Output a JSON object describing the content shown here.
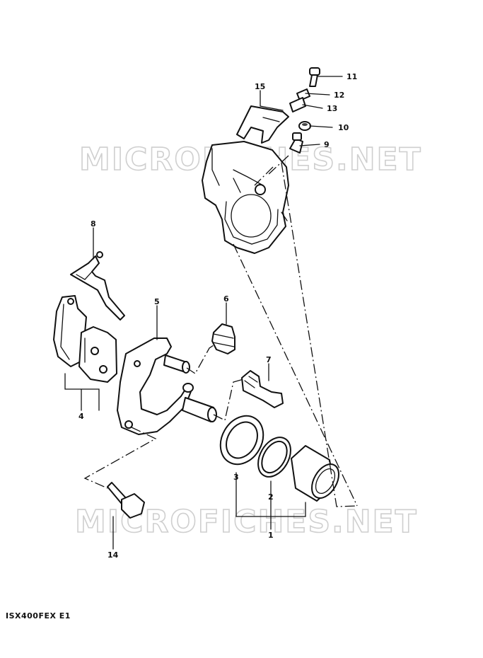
{
  "watermark": "MICROFICHES.NET",
  "diagram_code": "ISX400FEX  E1",
  "callouts": [
    {
      "id": "c1",
      "text": "1"
    },
    {
      "id": "c2",
      "text": "2"
    },
    {
      "id": "c3",
      "text": "3"
    },
    {
      "id": "c4",
      "text": "4"
    },
    {
      "id": "c5",
      "text": "5"
    },
    {
      "id": "c6",
      "text": "6"
    },
    {
      "id": "c7",
      "text": "7"
    },
    {
      "id": "c8",
      "text": "8"
    },
    {
      "id": "c9",
      "text": "9"
    },
    {
      "id": "c10",
      "text": "10"
    },
    {
      "id": "c11",
      "text": "11"
    },
    {
      "id": "c12",
      "text": "12"
    },
    {
      "id": "c13",
      "text": "13"
    },
    {
      "id": "c14",
      "text": "14"
    },
    {
      "id": "c15",
      "text": "15"
    }
  ]
}
